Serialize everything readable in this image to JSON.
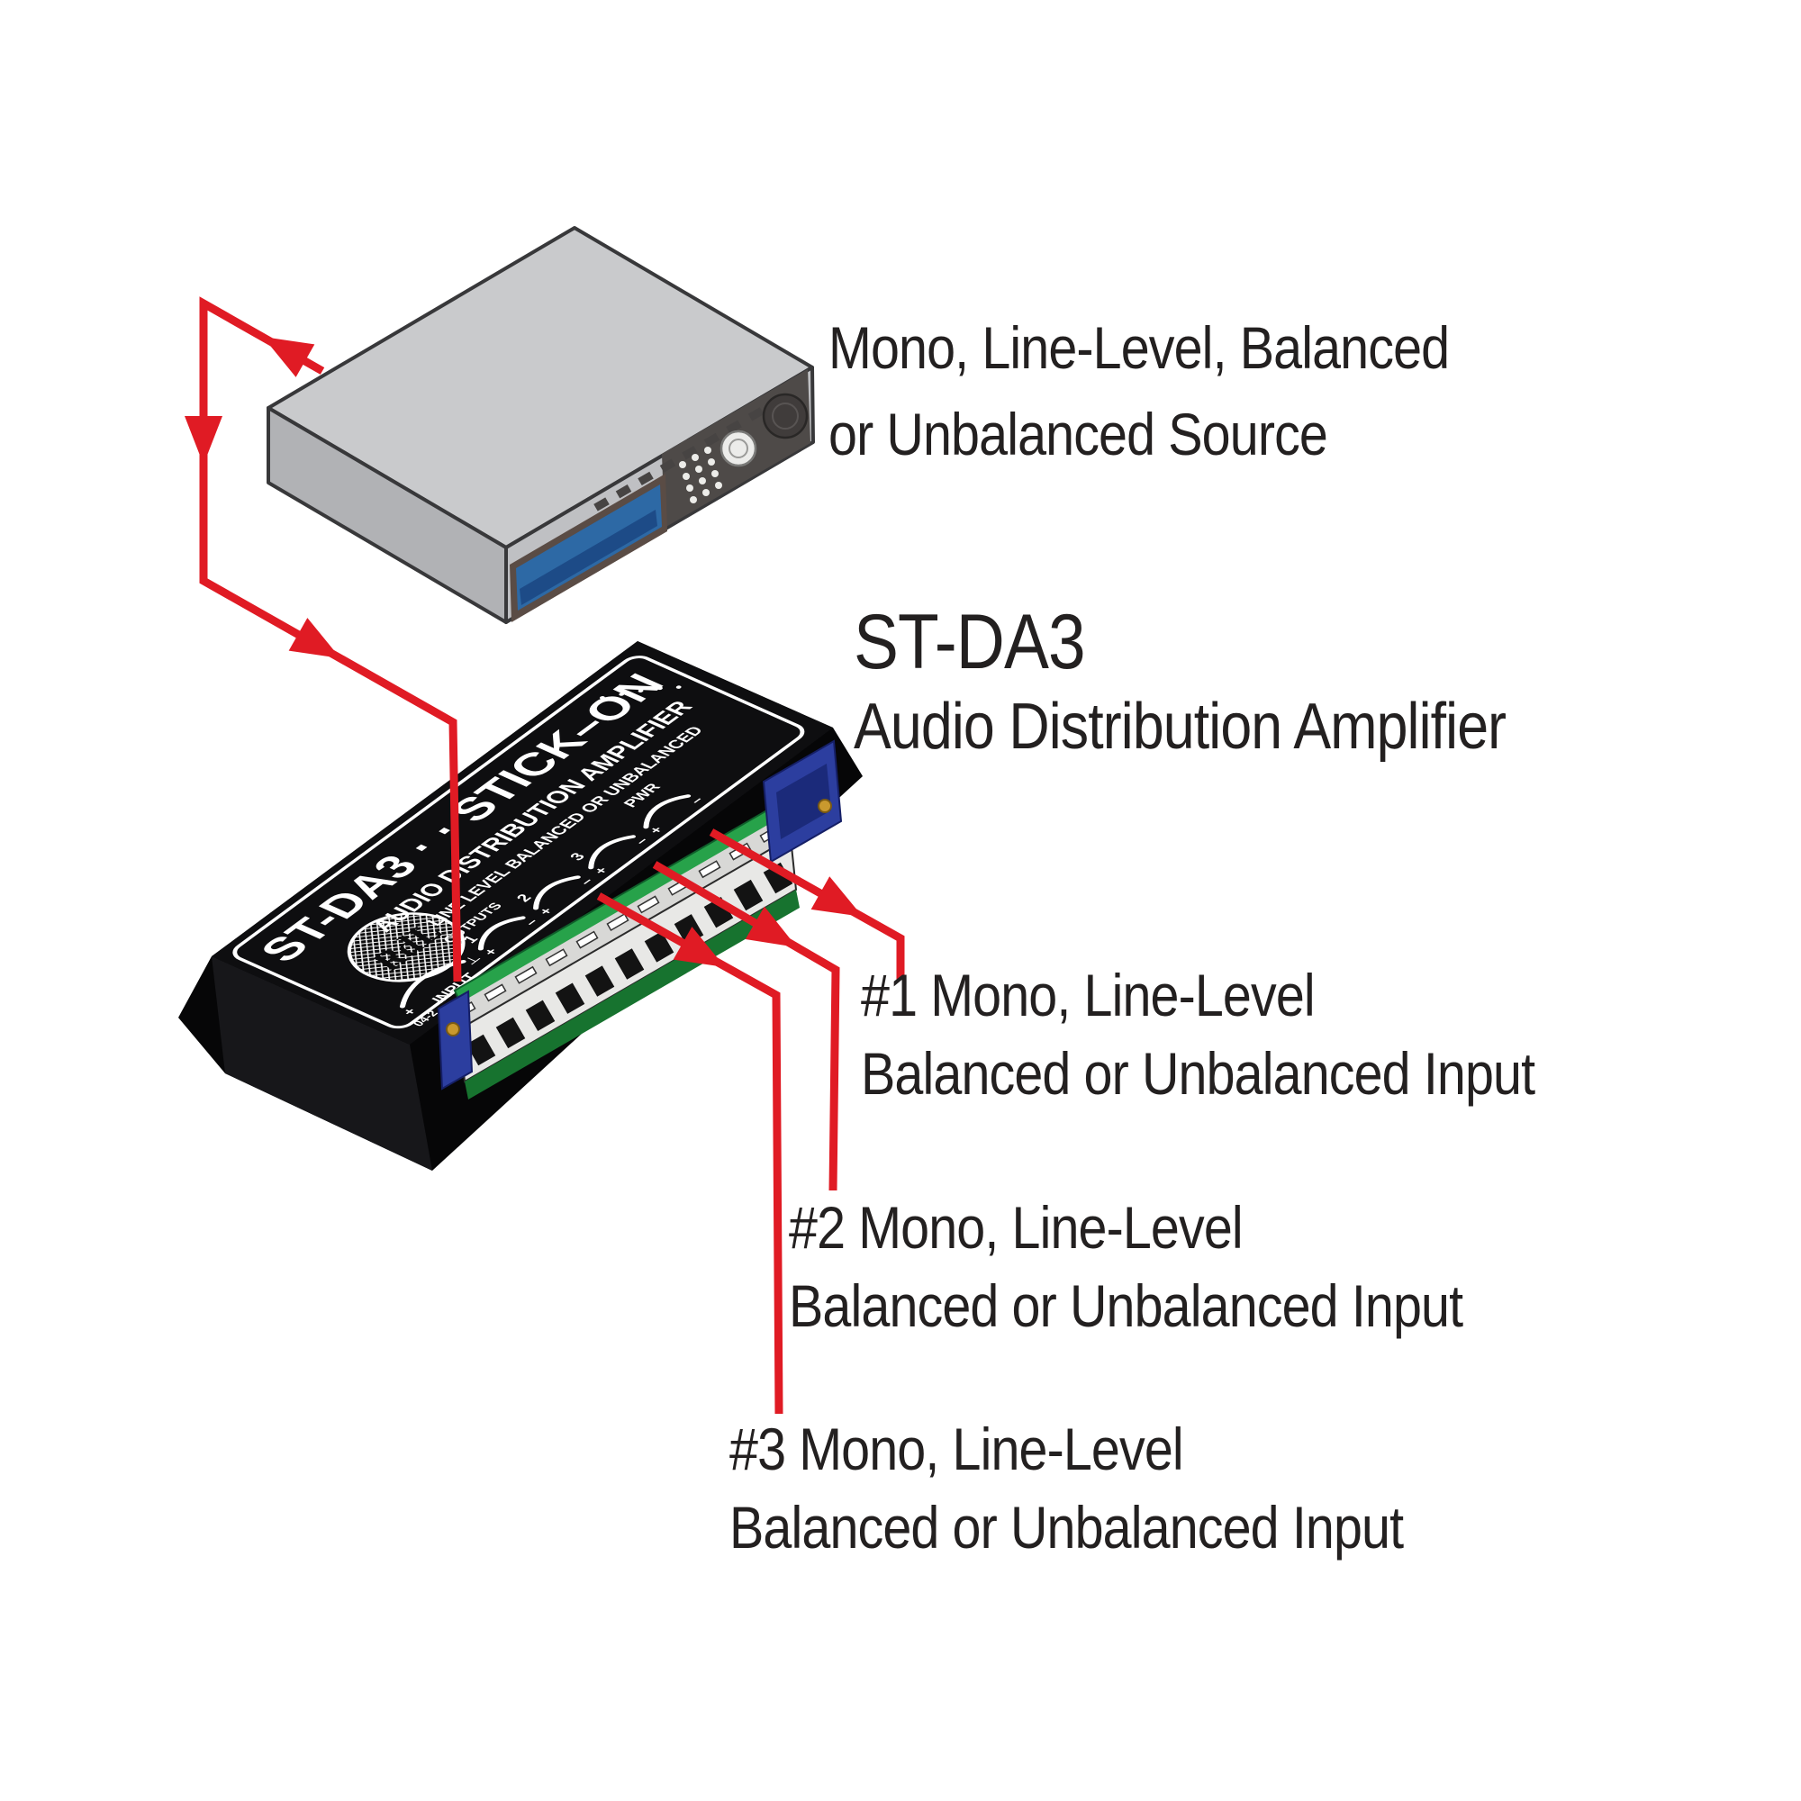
{
  "page": {
    "background": "#ffffff"
  },
  "palette": {
    "arrow_red": "#e01b24",
    "text_ink": "#232020",
    "device_black": "#0b0b0c",
    "pcb_green": "#27a24a",
    "terminal_white": "#e9e9e7",
    "connector_blue": "#2c3e9f",
    "display_blue": "#2d69a5",
    "chassis_gray": "#c9cacc",
    "screw_gold": "#c9992e"
  },
  "annotations": {
    "source": {
      "line1": "Mono, Line-Level, Balanced",
      "line2": "or Unbalanced Source"
    },
    "device_title": "ST-DA3",
    "device_subtitle": "Audio Distribution Amplifier",
    "outputs": [
      {
        "line1": "#1 Mono, Line-Level",
        "line2": "Balanced or Unbalanced Input"
      },
      {
        "line1": "#2 Mono, Line-Level",
        "line2": "Balanced or Unbalanced Input"
      },
      {
        "line1": "#3 Mono, Line-Level",
        "line2": "Balanced or Unbalanced Input"
      }
    ]
  },
  "device_face": {
    "brand": "ST-DA3 · · STICK–ON",
    "product": "AUDIO DISTRIBUTION AMPLIFIER",
    "spec": "LINE LEVEL BALANCED OR UNBALANCED",
    "input": "INPUT",
    "outputs": "OUTPUTS",
    "out_numbers": [
      "1",
      "2",
      "3"
    ],
    "pwr": "PWR",
    "logo": "RdL",
    "rev": "04-2",
    "marks": {
      "plus": "+",
      "minus": "–",
      "gnd": "┴"
    }
  }
}
